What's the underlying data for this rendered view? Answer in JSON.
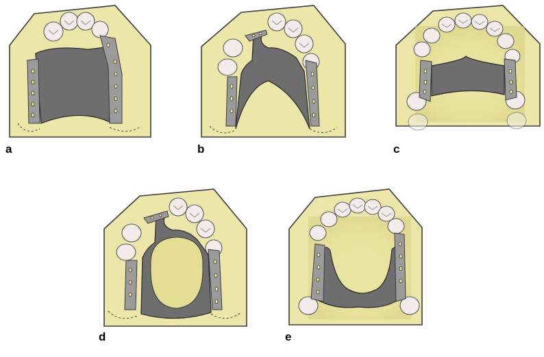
{
  "panels": [
    {
      "id": "a",
      "label": "a"
    },
    {
      "id": "b",
      "label": "b"
    },
    {
      "id": "c",
      "label": "c"
    },
    {
      "id": "d",
      "label": "d"
    },
    {
      "id": "e",
      "label": "e"
    }
  ],
  "colors": {
    "cast": "#ece7a9",
    "metal": "#6e6e6e",
    "tooth": "#f3ecea",
    "outline": "#3b3b3b"
  }
}
